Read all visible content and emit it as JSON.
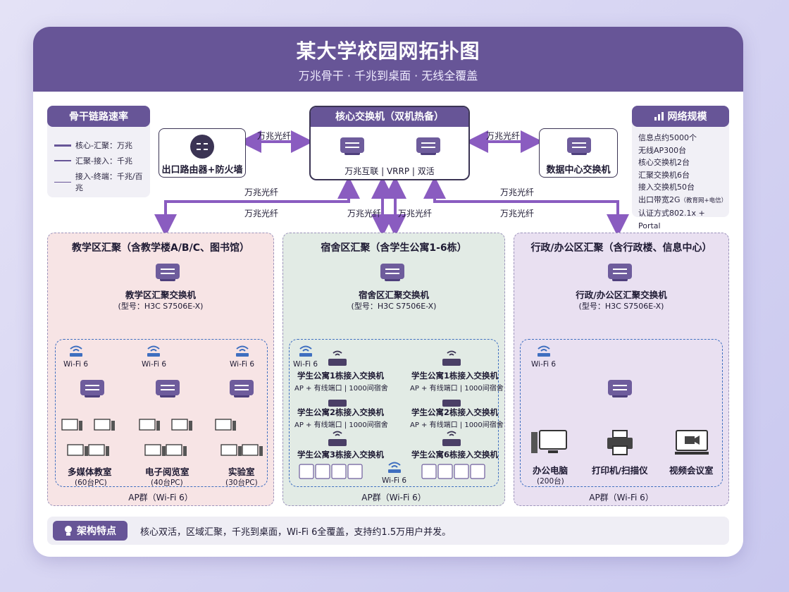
{
  "header": {
    "title": "某大学校园网拓扑图",
    "subtitle": "万兆骨干 · 千兆到桌面 · 无线全覆盖"
  },
  "legend": {
    "title": "骨干链路速率",
    "items": [
      "核心-汇聚：万兆",
      "汇聚-接入：千兆",
      "接入-终端：千兆/百兆"
    ]
  },
  "scale": {
    "title": "网络规模",
    "items": [
      "信息点约5000个",
      "无线AP300台",
      "核心交换机2台",
      "汇聚交换机6台",
      "接入交换机50台",
      "出口带宽2G",
      "认证方式802.1x + Portal"
    ],
    "egress_note": "（教育网+电信）"
  },
  "core": {
    "title": "核心交换机（双机热备）",
    "footer": "万兆互联 | VRRP | 双活"
  },
  "router": {
    "label": "出口路由器+防火墙"
  },
  "datacenter": {
    "label": "数据中心交换机"
  },
  "links": {
    "fiber": "万兆光纤"
  },
  "zones": {
    "teach": {
      "title": "教学区汇聚（含教学楼A/B/C、图书馆）",
      "switch": "教学区汇聚交换机",
      "model": "(型号：H3C S7506E-X)",
      "wifi": "Wi-Fi 6",
      "rooms": [
        {
          "name": "多媒体教室",
          "count": "(60台PC)"
        },
        {
          "name": "电子阅览室",
          "count": "(40台PC)"
        },
        {
          "name": "实验室",
          "count": "(30台PC)"
        }
      ],
      "ap": "AP群（Wi-Fi 6）"
    },
    "dorm": {
      "title": "宿舍区汇聚（含学生公寓1-6栋）",
      "switch": "宿舍区汇聚交换机",
      "model": "(型号：H3C S7506E-X)",
      "wifi": "Wi-Fi 6",
      "access": [
        {
          "name": "学生公寓1栋接入交换机",
          "desc": "AP + 有线端口 | 1000间宿舍"
        },
        {
          "name": "学生公寓2栋接入交换机",
          "desc": "AP + 有线端口 | 1000间宿舍"
        },
        {
          "name": "学生公寓3栋接入交换机",
          "desc": ""
        },
        {
          "name": "学生公寓1栋接入交换机",
          "desc": "AP + 有线端口 | 1000间宿舍"
        },
        {
          "name": "学生公寓2栋接入交换机",
          "desc": "AP + 有线端口 | 1000间宿舍"
        },
        {
          "name": "学生公寓6栋接入交换机",
          "desc": ""
        }
      ],
      "ap": "AP群（Wi-Fi 6）"
    },
    "admin": {
      "title": "行政/办公区汇聚（含行政楼、信息中心）",
      "switch": "行政/办公区汇聚交换机",
      "model": "(型号：H3C S7506E-X)",
      "wifi": "Wi-Fi 6",
      "devices": [
        {
          "name": "办公电脑",
          "count": "(200台)"
        },
        {
          "name": "打印机/扫描仪",
          "count": ""
        },
        {
          "name": "视频会议室",
          "count": ""
        }
      ],
      "ap": "AP群（Wi-Fi 6）"
    }
  },
  "footer": {
    "tag": "架构特点",
    "note": "核心双活，区域汇聚，千兆到桌面，Wi-Fi 6全覆盖，支持约1.5万用户并发。"
  },
  "colors": {
    "primary": "#675597",
    "link": "#8a5cc0",
    "teach_bg": "#f7e4e5",
    "dorm_bg": "#e2ebe5",
    "admin_bg": "#e9e0f1",
    "ap_border": "#3f6fc0"
  }
}
